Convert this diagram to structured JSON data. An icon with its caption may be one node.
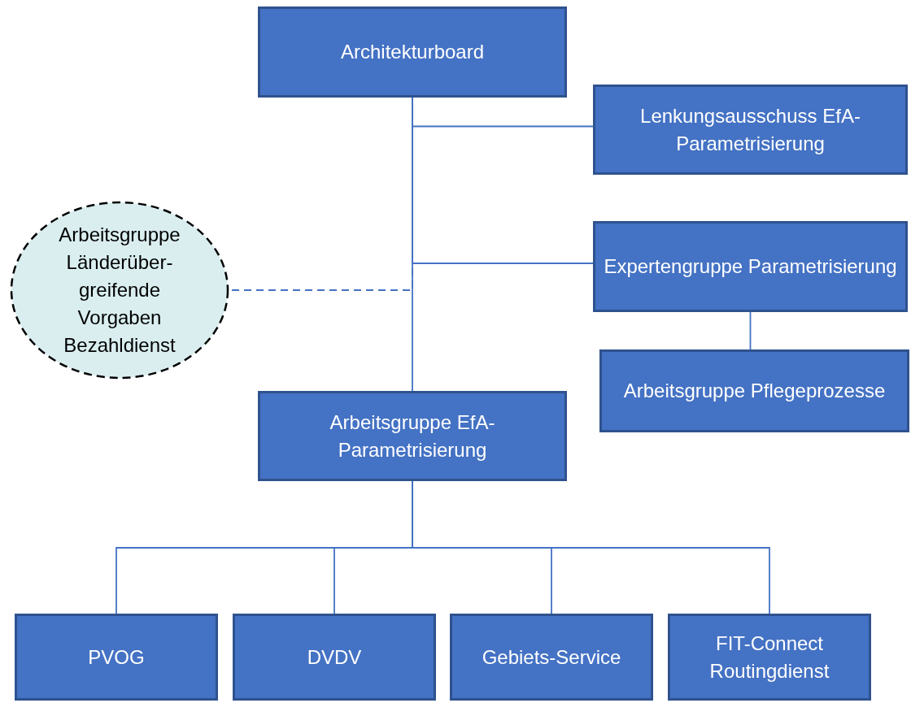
{
  "diagram": {
    "nodes": [
      {
        "text": [
          "Architekturboard"
        ]
      },
      {
        "text": [
          "Lenkungsausschuss EfA-Parametrisierung"
        ]
      },
      {
        "text": [
          "Arbeitsgruppe Länderüber-greifende Vorgaben Bezahldienst"
        ]
      },
      {
        "text": [
          "Expertengruppe Parametrisierung"
        ]
      },
      {
        "text": [
          "Arbeitsgruppe Pflegeprozesse"
        ]
      },
      {
        "text": [
          "Arbeitsgruppe EfA-Parametrisierung"
        ]
      },
      {
        "text": [
          "PVOG"
        ]
      },
      {
        "text": [
          "DVDV"
        ]
      },
      {
        "text": [
          "Gebiets-Service"
        ]
      },
      {
        "text": [
          "FIT-Connect Routingdienst"
        ]
      }
    ],
    "edges": [
      {
        "from": 0,
        "to": 5,
        "arrow": "none"
      },
      {
        "from": 0,
        "to": 1,
        "arrow": "none"
      },
      {
        "from": 0,
        "to": 3,
        "arrow": "none"
      },
      {
        "from": 0,
        "to": 2,
        "arrow": "none",
        "style": "dashed"
      },
      {
        "from": 3,
        "to": 4,
        "arrow": "none"
      },
      {
        "from": 5,
        "to": 6,
        "arrow": "none"
      },
      {
        "from": 5,
        "to": 7,
        "arrow": "none"
      },
      {
        "from": 5,
        "to": 8,
        "arrow": "none"
      },
      {
        "from": 5,
        "to": 9,
        "arrow": "none"
      }
    ]
  }
}
